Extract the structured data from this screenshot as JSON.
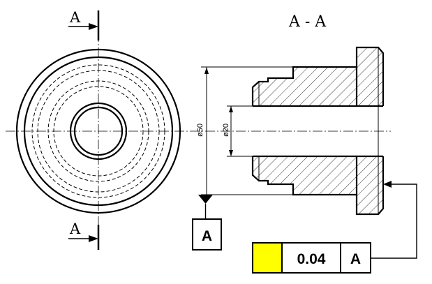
{
  "section_marker": {
    "letter": "A"
  },
  "section_title": "A - A",
  "dimensions": {
    "outer_diameter": "ø50",
    "bore_diameter": "ø20"
  },
  "datum": {
    "label": "A"
  },
  "feature_control_frame": {
    "tolerance_value": "0.04",
    "datum_reference": "A",
    "symbol_cell_color": "#ffff00"
  }
}
